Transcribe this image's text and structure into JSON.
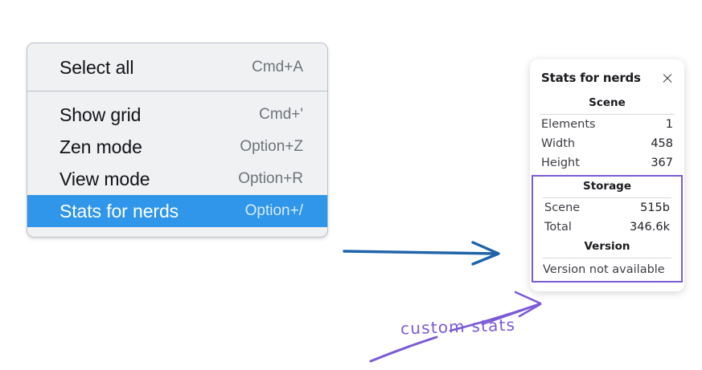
{
  "context_menu": {
    "groups": [
      {
        "items": [
          {
            "label": "Select all",
            "shortcut": "Cmd+A",
            "highlighted": false
          }
        ]
      },
      {
        "items": [
          {
            "label": "Show grid",
            "shortcut": "Cmd+'",
            "highlighted": false
          },
          {
            "label": "Zen mode",
            "shortcut": "Option+Z",
            "highlighted": false
          },
          {
            "label": "View mode",
            "shortcut": "Option+R",
            "highlighted": false
          },
          {
            "label": "Stats for nerds",
            "shortcut": "Option+/",
            "highlighted": true
          }
        ]
      }
    ],
    "highlight_color": "#2f96ea",
    "background_color": "#f0f1f3"
  },
  "stats_panel": {
    "title": "Stats for nerds",
    "close_icon": "close-icon",
    "sections": [
      {
        "name": "scene",
        "title": "Scene",
        "rows": [
          {
            "label": "Elements",
            "value": "1"
          },
          {
            "label": "Width",
            "value": "458"
          },
          {
            "label": "Height",
            "value": "367"
          }
        ]
      },
      {
        "name": "storage",
        "title": "Storage",
        "rows": [
          {
            "label": "Scene",
            "value": "515b"
          },
          {
            "label": "Total",
            "value": "346.6k"
          }
        ]
      },
      {
        "name": "version",
        "title": "Version",
        "full_row": "Version not available"
      }
    ],
    "highlight_box_color": "#7a5bd4"
  },
  "annotations": {
    "text": "custom stats",
    "text_color": "#7b5ad6",
    "blue_arrow_color": "#1f63a8",
    "purple_arrow_color": "#7b5ad6"
  }
}
